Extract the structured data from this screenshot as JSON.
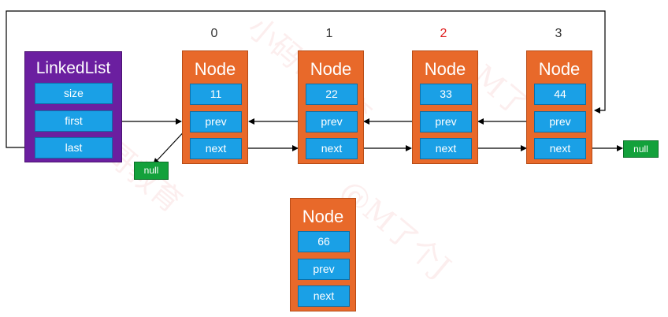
{
  "linked_list": {
    "title": "LinkedList",
    "fields": [
      "size",
      "first",
      "last"
    ]
  },
  "indices": [
    "0",
    "1",
    "2",
    "3"
  ],
  "highlight_index_color": "#e02020",
  "nodes": [
    {
      "title": "Node",
      "value": "11",
      "prev": "prev",
      "next": "next"
    },
    {
      "title": "Node",
      "value": "22",
      "prev": "prev",
      "next": "next"
    },
    {
      "title": "Node",
      "value": "33",
      "prev": "prev",
      "next": "next"
    },
    {
      "title": "Node",
      "value": "44",
      "prev": "prev",
      "next": "next"
    }
  ],
  "new_node": {
    "title": "Node",
    "value": "66",
    "prev": "prev",
    "next": "next"
  },
  "null_labels": {
    "left": "null",
    "right": "null"
  },
  "colors": {
    "linked_list": "#6b1fa0",
    "node": "#e8692a",
    "field": "#1aa0e6",
    "null": "#13a13b",
    "wire": "#000000"
  }
}
